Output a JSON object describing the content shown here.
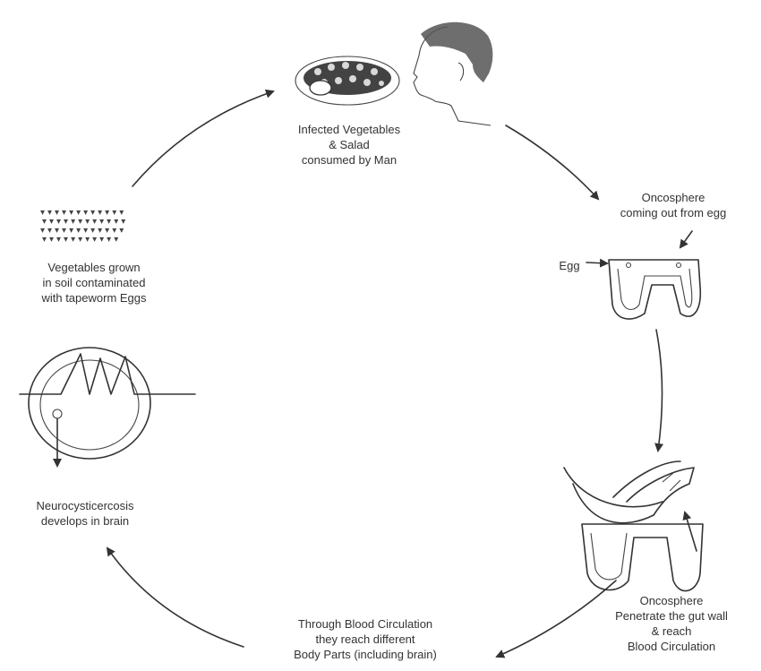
{
  "labels": {
    "infected": [
      "Infected Vegetables",
      "& Salad",
      "consumed by Man"
    ],
    "oncosphere_egg": [
      "Oncosphere",
      "coming out from egg"
    ],
    "egg": "Egg",
    "vegetables": [
      "Vegetables grown",
      "in soil contaminated",
      "with tapeworm Eggs"
    ],
    "neuro": [
      "Neurocysticercosis",
      "develops in brain"
    ],
    "oncosphere_gut": [
      "Oncosphere",
      "Penetrate the gut wall",
      "& reach",
      "Blood Circulation"
    ],
    "blood": [
      "Through Blood Circulation",
      "they reach different",
      "Body Parts (including brain)"
    ]
  },
  "colors": {
    "ink": "#333333",
    "paper": "#ffffff"
  },
  "icons": [
    "plate-of-vegetables-icon",
    "man-head-icon",
    "egg-oncosphere-icon",
    "gut-wall-icon",
    "seedling-rows-icon",
    "brain-cyst-icon"
  ]
}
